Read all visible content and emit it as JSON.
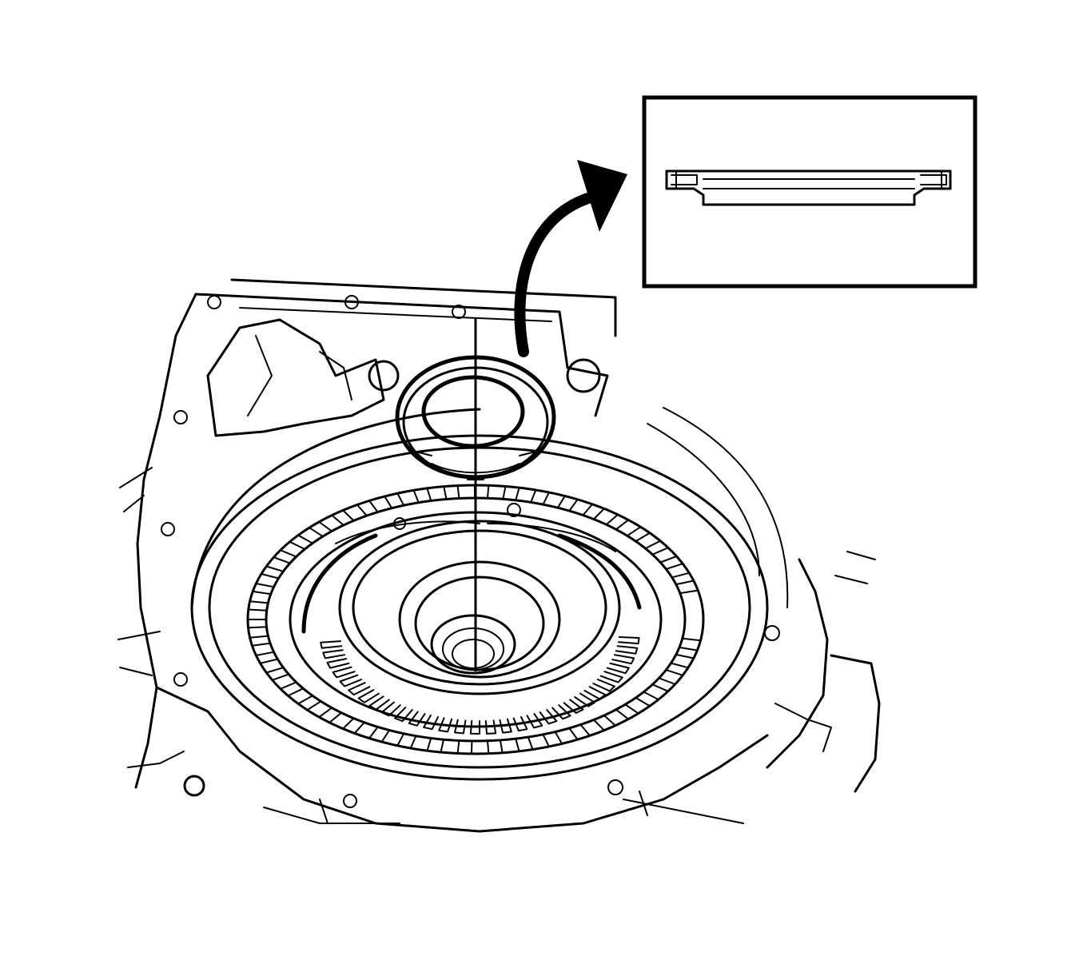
{
  "figure": {
    "palette": {
      "ink": "#000000",
      "paper": "#ffffff"
    },
    "parts": [
      "transmission-case",
      "thrust-bearing",
      "install-arrow",
      "bearing-detail-inset"
    ]
  }
}
